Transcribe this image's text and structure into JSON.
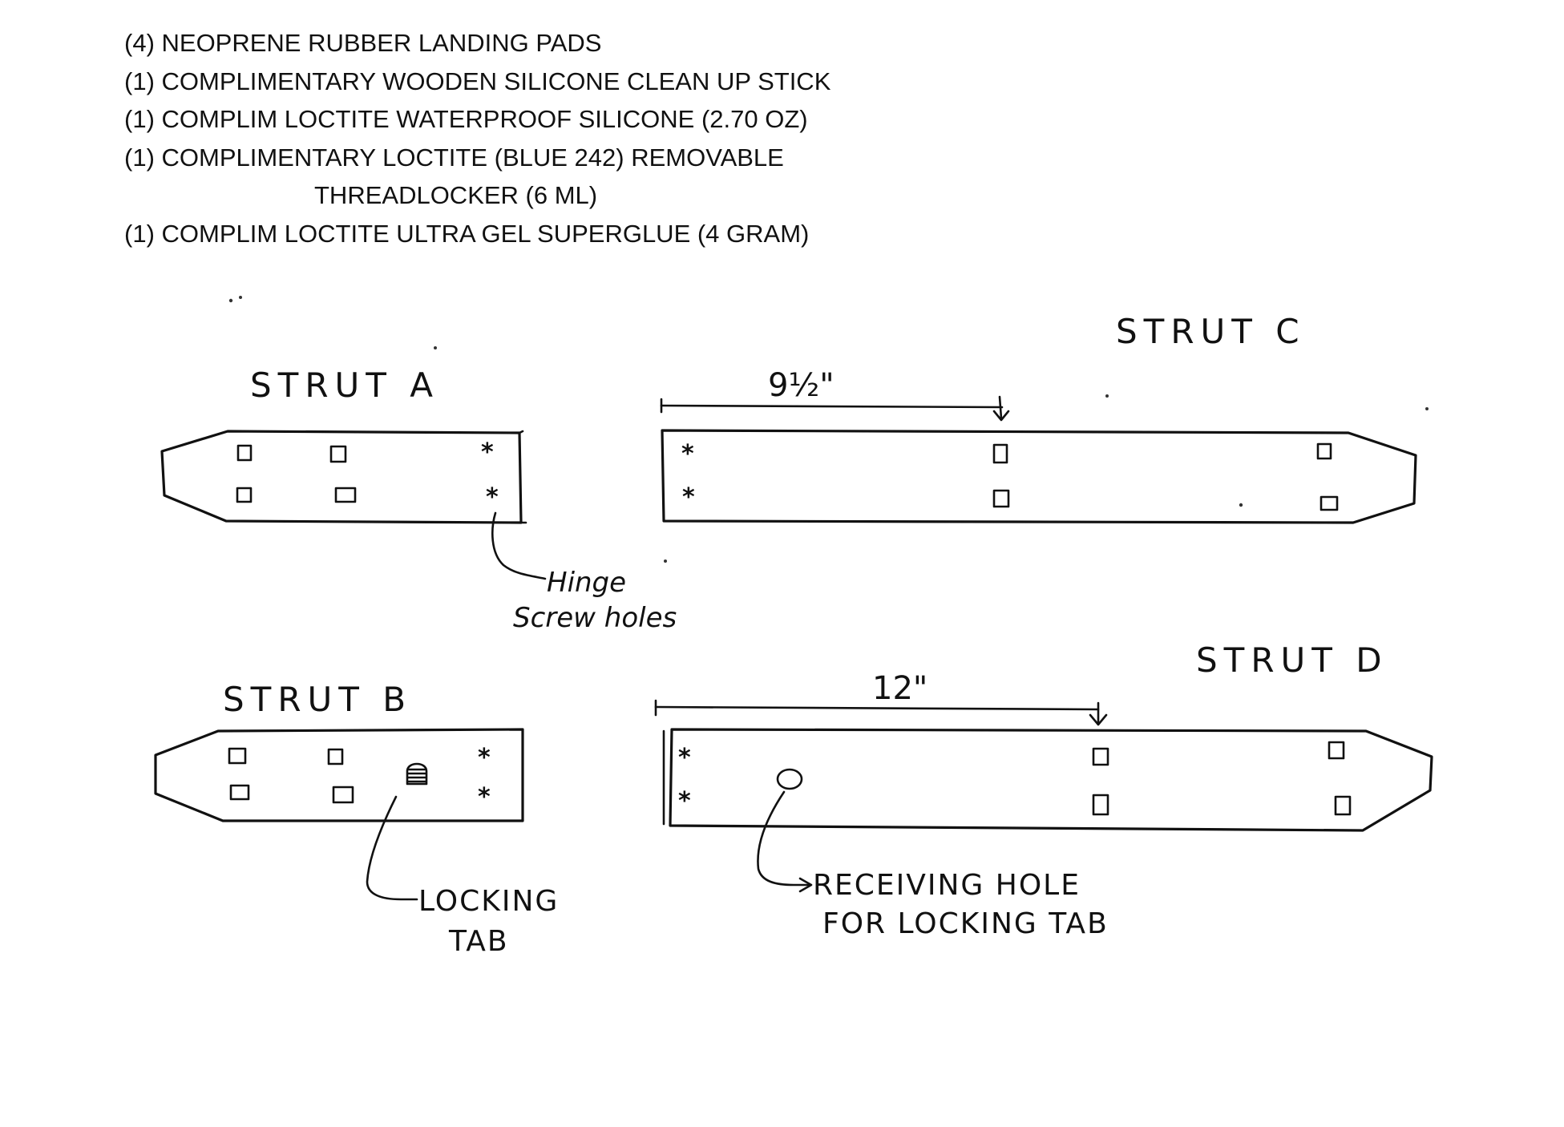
{
  "parts_list": [
    "(4) NEOPRENE RUBBER LANDING PADS",
    "(1) COMPLIMENTARY WOODEN SILICONE CLEAN UP STICK",
    "(1) COMPLIM LOCTITE WATERPROOF SILICONE (2.70 OZ)",
    "(1) COMPLIMENTARY LOCTITE (BLUE 242) REMOVABLE",
    "THREADLOCKER (6 ML)",
    "(1) COMPLIM LOCTITE ULTRA GEL SUPERGLUE (4 GRAM)"
  ],
  "diagram": {
    "strut_a_label": "STRUT A",
    "strut_b_label": "STRUT B",
    "strut_c_label": "STRUT C",
    "strut_d_label": "STRUT D",
    "strut_c_dimension": "9½\"",
    "strut_d_dimension": "12\"",
    "hinge_note_line1": "Hinge",
    "hinge_note_line2": "Screw holes",
    "locking_tab_line1": "LOCKING",
    "locking_tab_line2": "TAB",
    "receiving_hole_line1": "RECEIVING HOLE",
    "receiving_hole_line2": "FOR LOCKING TAB",
    "hinge_mark": "*"
  }
}
